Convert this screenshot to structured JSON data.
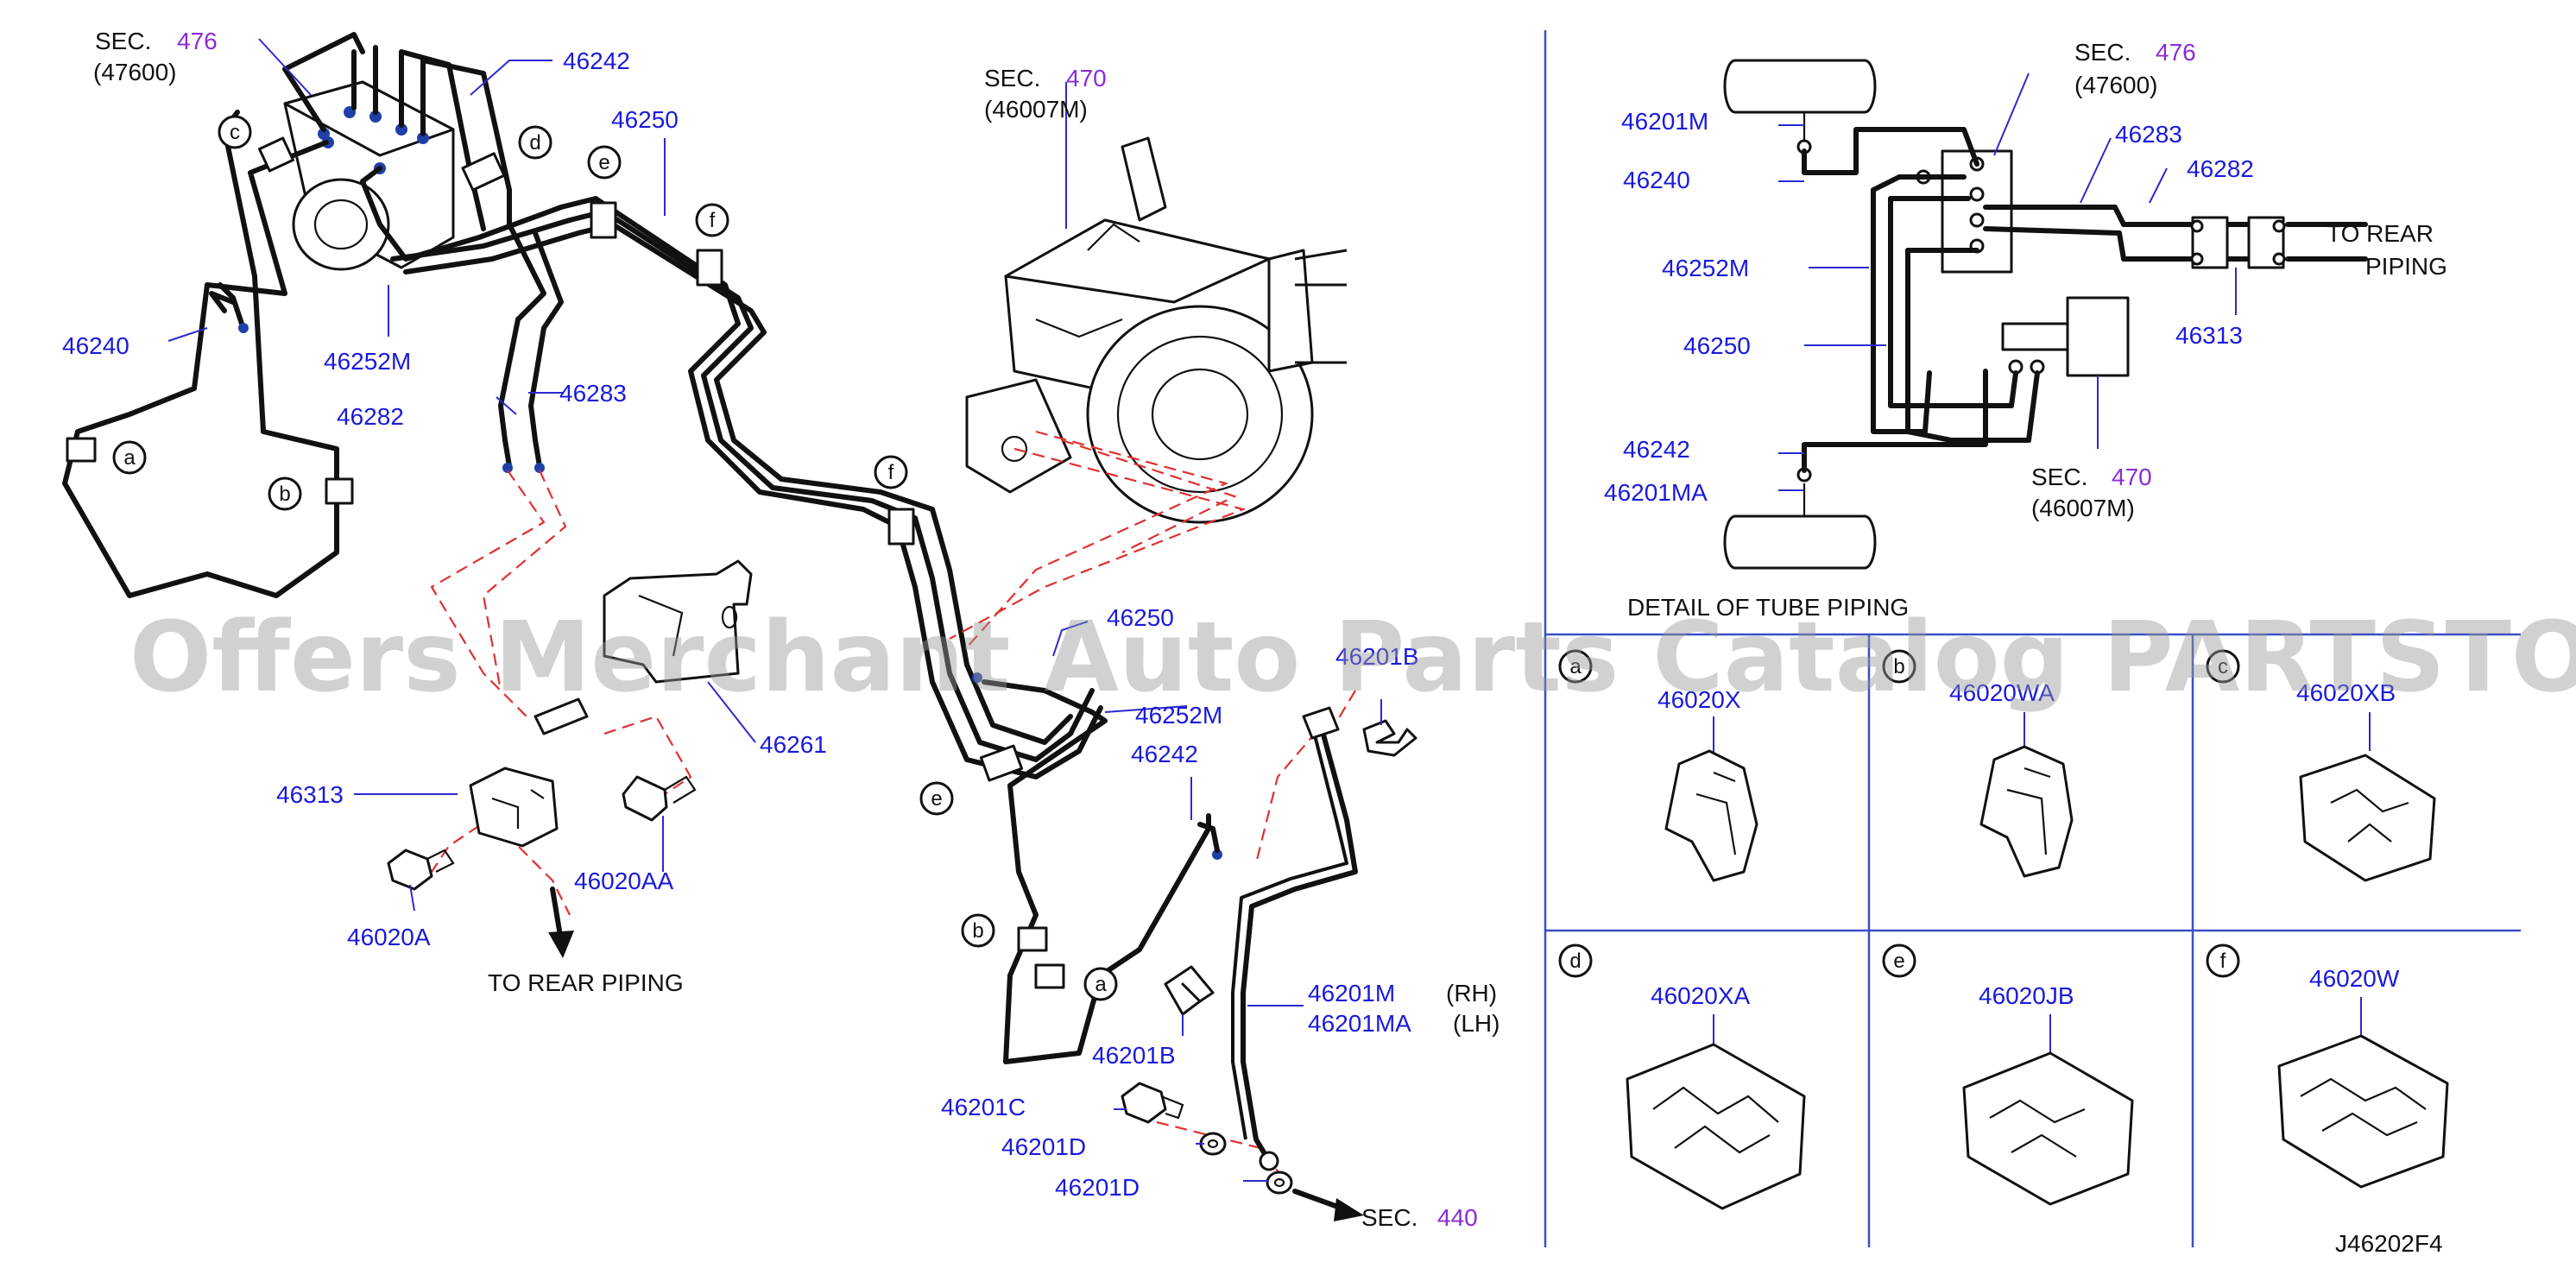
{
  "watermark": "Offers Merchant Auto Parts Catalog PARTSTORE.SA",
  "diagram_code": "J46202F4",
  "sections": {
    "sec_prefix": "SEC.",
    "sec476_num": "476",
    "sec476_sub": "(47600)",
    "sec470_num": "470",
    "sec470_sub": "(46007M)",
    "sec440_num": "440"
  },
  "left_labels": {
    "p46242": "46242",
    "p46250": "46250",
    "p46240": "46240",
    "p46252M": "46252M",
    "p46282": "46282",
    "p46283": "46283",
    "p46261": "46261",
    "p46313": "46313",
    "p46020AA": "46020AA",
    "p46020A": "46020A",
    "to_rear_piping": "TO   REAR   PIPING"
  },
  "center_labels": {
    "p46250": "46250",
    "p46252M": "46252M",
    "p46242": "46242",
    "p46201B_top": "46201B",
    "p46201B_bottom": "46201B",
    "p46201M": "46201M",
    "p46201MA": "46201MA",
    "rh": "(RH)",
    "lh": "(LH)",
    "p46201C": "46201C",
    "p46201D_a": "46201D",
    "p46201D_b": "46201D"
  },
  "circle_letters": {
    "a": "a",
    "b": "b",
    "c": "c",
    "d": "d",
    "e": "e",
    "f": "f"
  },
  "detail_piping": {
    "title": "DETAIL   OF   TUBE   PIPING",
    "p46201M": "46201M",
    "p46240": "46240",
    "p46252M": "46252M",
    "p46250": "46250",
    "p46242": "46242",
    "p46201MA": "46201MA",
    "p46283": "46283",
    "p46282": "46282",
    "p46313": "46313",
    "to_rear_1": "TO    REAR",
    "to_rear_2": "PIPING"
  },
  "clips": [
    {
      "letter": "a",
      "part": "46020X"
    },
    {
      "letter": "b",
      "part": "46020WA"
    },
    {
      "letter": "c",
      "part": "46020XB"
    },
    {
      "letter": "d",
      "part": "46020XA"
    },
    {
      "letter": "e",
      "part": "46020JB"
    },
    {
      "letter": "f",
      "part": "46020W"
    }
  ],
  "colors": {
    "label_blue": "#1a1adb",
    "section_purple": "#8a2bd6",
    "dashed_red": "#e03030",
    "grid_blue": "#3b4fc4"
  }
}
